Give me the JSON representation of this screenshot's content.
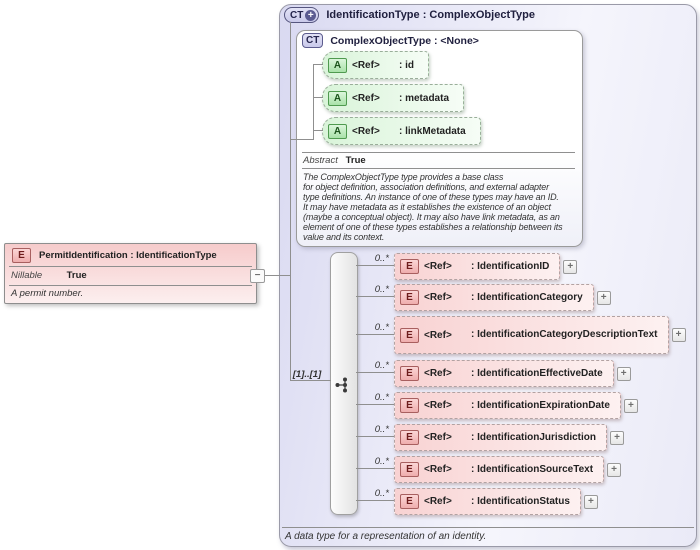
{
  "diagram": {
    "element": {
      "badge": "E",
      "title": "PermitIdentification : IdentificationType",
      "property_label": "Nillable",
      "property_value": "True",
      "annotation": "A permit number.",
      "collapse_glyph": "−"
    },
    "type_panel": {
      "badge": "CT",
      "expand_glyph": "+",
      "title": "IdentificationType : ComplexObjectType",
      "annotation": "A data type for a representation of an identity.",
      "base_type": {
        "badge": "CT",
        "title": "ComplexObjectType : <None>",
        "attributes": [
          {
            "badge": "A",
            "ref_label": "<Ref>",
            "name": ": id"
          },
          {
            "badge": "A",
            "ref_label": "<Ref>",
            "name": ": metadata"
          },
          {
            "badge": "A",
            "ref_label": "<Ref>",
            "name": ": linkMetadata"
          }
        ],
        "property_label": "Abstract",
        "property_value": "True",
        "documentation": "The ComplexObjectType type provides a base class\nfor object definition, association definitions, and external adapter\ntype definitions. An instance of one of these types may have an ID.\nIt may have metadata as it establishes the existence of an object\n(maybe a conceptual object). It may also have link metadata, as an\nelement of one of these types establishes a relationship between its\nvalue and its context."
      },
      "sequence": {
        "cardinality": "[1]..[1]"
      },
      "elements": [
        {
          "cardinality": "0..*",
          "badge": "E",
          "ref_label": "<Ref>",
          "name": ": IdentificationID",
          "expand_glyph": "+"
        },
        {
          "cardinality": "0..*",
          "badge": "E",
          "ref_label": "<Ref>",
          "name": ": IdentificationCategory",
          "expand_glyph": "+"
        },
        {
          "cardinality": "0..*",
          "badge": "E",
          "ref_label": "<Ref>",
          "name": ": IdentificationCategoryDescriptionText",
          "expand_glyph": "+"
        },
        {
          "cardinality": "0..*",
          "badge": "E",
          "ref_label": "<Ref>",
          "name": ": IdentificationEffectiveDate",
          "expand_glyph": "+"
        },
        {
          "cardinality": "0..*",
          "badge": "E",
          "ref_label": "<Ref>",
          "name": ": IdentificationExpirationDate",
          "expand_glyph": "+"
        },
        {
          "cardinality": "0..*",
          "badge": "E",
          "ref_label": "<Ref>",
          "name": ": IdentificationJurisdiction",
          "expand_glyph": "+"
        },
        {
          "cardinality": "0..*",
          "badge": "E",
          "ref_label": "<Ref>",
          "name": ": IdentificationSourceText",
          "expand_glyph": "+"
        },
        {
          "cardinality": "0..*",
          "badge": "E",
          "ref_label": "<Ref>",
          "name": ": IdentificationStatus",
          "expand_glyph": "+"
        }
      ]
    },
    "colors": {
      "panel_lavender": "#d9d9f1",
      "element_pink": "#f8d2d2",
      "attribute_green": "#d9f4d9",
      "badge_navy": "#5b5b91",
      "line_grey": "#8f8f8f"
    }
  }
}
